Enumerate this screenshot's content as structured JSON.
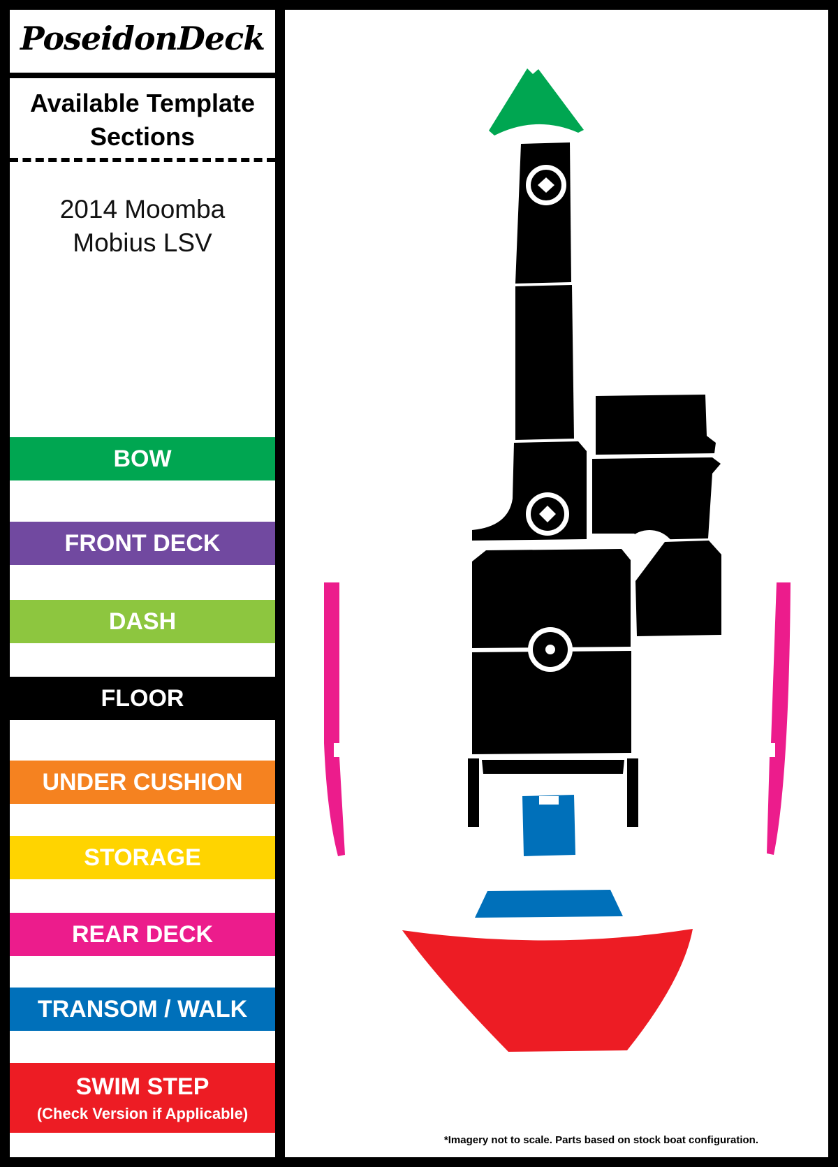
{
  "brand": "PoseidonDeck",
  "sections_title_line1": "Available Template",
  "sections_title_line2": "Sections",
  "model_line1": "2014 Moomba",
  "model_line2": "Mobius LSV",
  "legend": [
    {
      "label": "BOW",
      "color": "#00A651"
    },
    {
      "label": "FRONT DECK",
      "color": "#7149A0"
    },
    {
      "label": "DASH",
      "color": "#8DC63F"
    },
    {
      "label": "FLOOR",
      "color": "#000000"
    },
    {
      "label": "UNDER CUSHION",
      "color": "#F58220"
    },
    {
      "label": "STORAGE",
      "color": "#FFD400"
    },
    {
      "label": "REAR DECK",
      "color": "#EC1C8C"
    },
    {
      "label": "TRANSOM / WALK",
      "color": "#0070BA"
    },
    {
      "label": "SWIM STEP",
      "sublabel": "(Check Version if Applicable)",
      "color": "#ED1C24"
    }
  ],
  "disclaimer": "*Imagery not to scale. Parts based on stock boat configuration."
}
